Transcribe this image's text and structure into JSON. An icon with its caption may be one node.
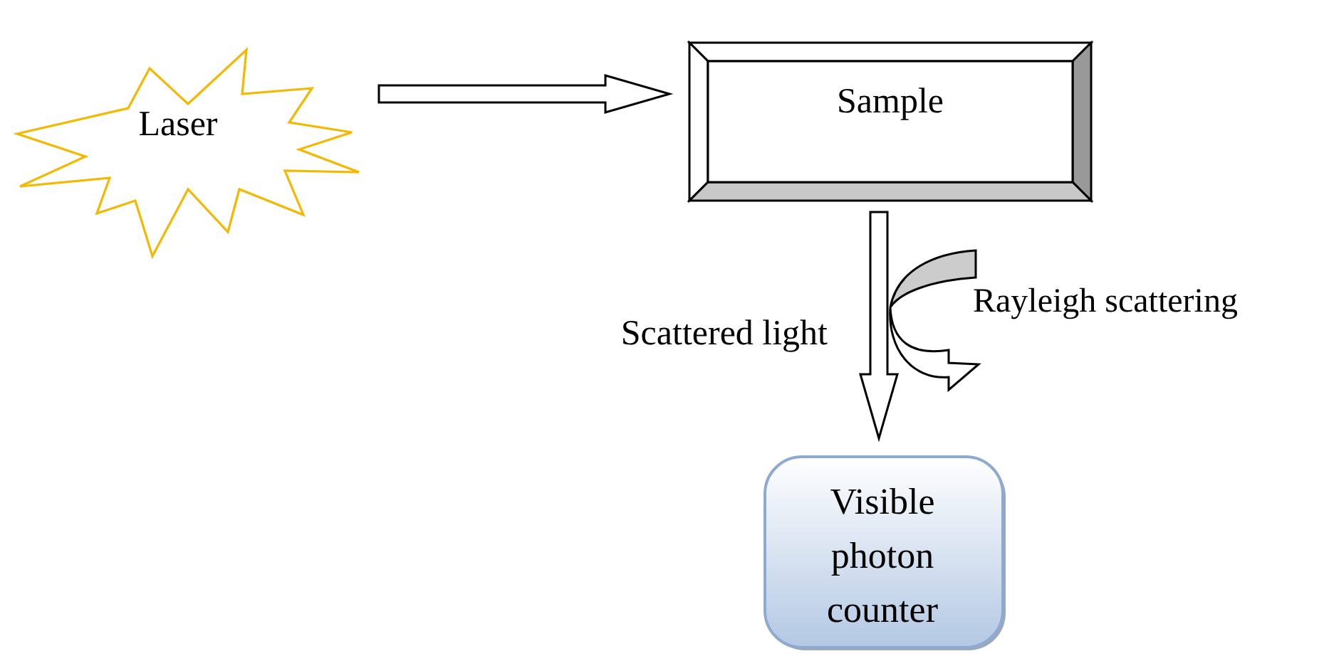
{
  "diagram": {
    "nodes": [
      {
        "text": [
          "Laser"
        ]
      },
      {
        "text": [
          "Sample"
        ]
      },
      {
        "text": [
          "Visible photon counter"
        ]
      }
    ],
    "edges": [
      {
        "from": 0,
        "to": 1,
        "arrow": "to"
      },
      {
        "from": 1,
        "to": 2,
        "arrow": "to",
        "label": "Scattered light"
      }
    ],
    "labels": [
      "Rayleigh scattering"
    ]
  }
}
